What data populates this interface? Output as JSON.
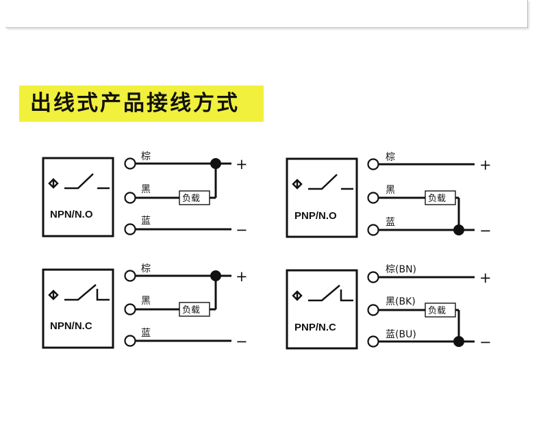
{
  "title": "出线式产品接线方式",
  "colors": {
    "banner": "#f1f03c",
    "line": "#111111"
  },
  "diagrams": [
    {
      "type_label": "NPN/N.O",
      "contact": "normally-open",
      "wire_labels": [
        "棕",
        "黑",
        "蓝"
      ],
      "load_label": "负载",
      "load_connects_to": "positive",
      "plus_label": "+",
      "minus_label": "−"
    },
    {
      "type_label": "PNP/N.O",
      "contact": "normally-open",
      "wire_labels": [
        "棕",
        "黑",
        "蓝"
      ],
      "load_label": "负载",
      "load_connects_to": "negative",
      "plus_label": "+",
      "minus_label": "−"
    },
    {
      "type_label": "NPN/N.C",
      "contact": "normally-closed",
      "wire_labels": [
        "棕",
        "黑",
        "蓝"
      ],
      "load_label": "负载",
      "load_connects_to": "positive",
      "plus_label": "+",
      "minus_label": "−"
    },
    {
      "type_label": "PNP/N.C",
      "contact": "normally-closed",
      "wire_labels": [
        "棕(BN)",
        "黑(BK)",
        "蓝(BU)"
      ],
      "load_label": "负载",
      "load_connects_to": "negative",
      "plus_label": "+",
      "minus_label": "−"
    }
  ]
}
